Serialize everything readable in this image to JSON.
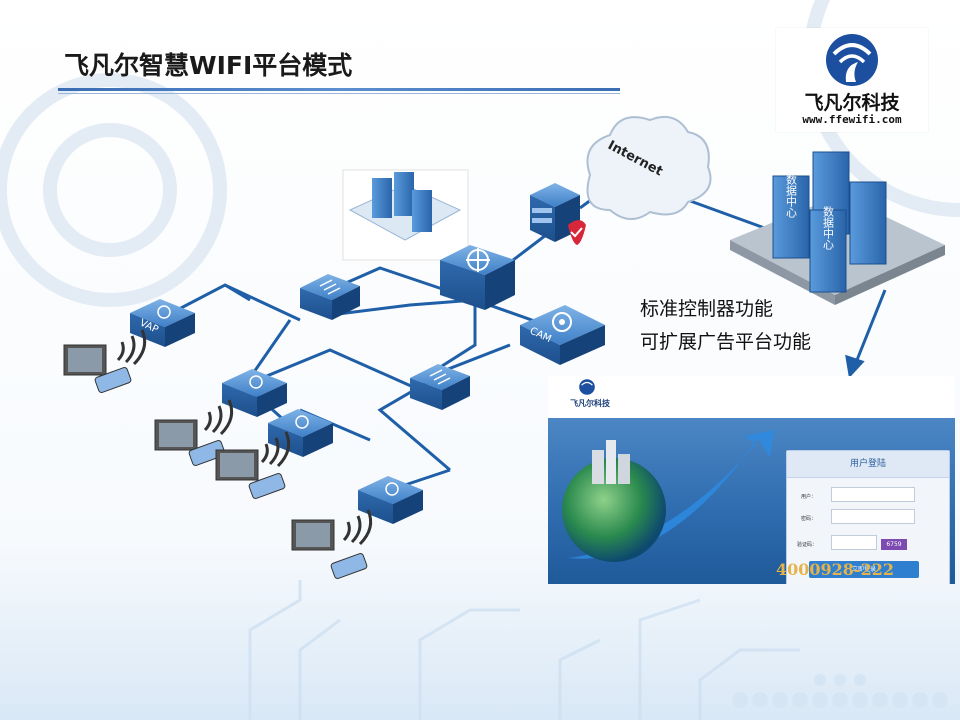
{
  "slide": {
    "title": "飞凡尔智慧WIFI平台模式"
  },
  "logo": {
    "name": "飞凡尔科技",
    "url": "www.ffewifi.com"
  },
  "features": [
    "标准控制器功能",
    "可扩展广告平台功能"
  ],
  "network": {
    "internet_label": "Internet",
    "datacenter_label": "数据中心",
    "ap_label": "VAP",
    "camera_label": "CAM"
  },
  "login_screen": {
    "brand": "飞凡尔科技",
    "form_title": "用户登陆",
    "user_label": "用户：",
    "password_label": "密码：",
    "captcha_label": "验证码：",
    "captcha_value": "6759",
    "submit_label": "立即登录",
    "phone": "4000928-222"
  },
  "colors": {
    "accent": "#2e6db5",
    "link_line": "#1f5fa8",
    "device_blue": "#3f80c8",
    "cloud": "#e8eef6"
  }
}
